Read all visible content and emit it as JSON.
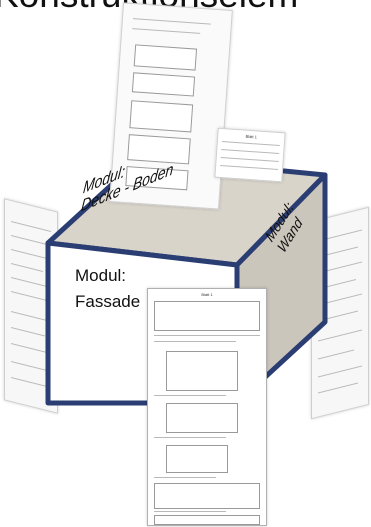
{
  "title": "Konstruktionselem",
  "cube": {
    "top_label": "Modul:\nDecke - Boden",
    "right_label": "Modul:\nWand",
    "front_label_line1": "Modul:",
    "front_label_line2": "Fassade",
    "edge_color": "#2b3e73",
    "top_color": "#d9d4ca",
    "right_color": "#cbc6bc",
    "front_color": "#ffffff"
  },
  "documents": {
    "front_doc_title": "Blatt 1",
    "top_doc_title": "Blatt 1"
  }
}
